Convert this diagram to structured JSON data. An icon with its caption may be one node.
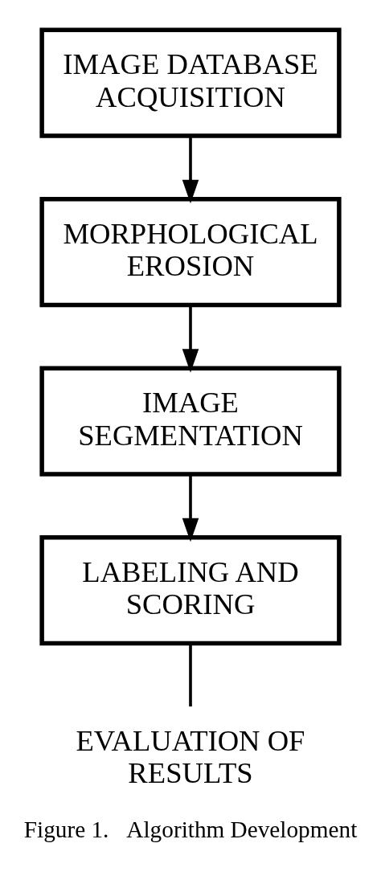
{
  "diagram": {
    "caption": "Figure 1.   Algorithm Development",
    "nodes": [
      {
        "text": [
          "IMAGE DATABASE ACQUISITION"
        ]
      },
      {
        "text": [
          "MORPHOLOGICAL EROSION"
        ]
      },
      {
        "text": [
          "IMAGE SEGMENTATION"
        ]
      },
      {
        "text": [
          "LABELING AND SCORING"
        ]
      },
      {
        "text": [
          "EVALUATION OF RESULTS"
        ]
      }
    ],
    "edges": [
      {
        "from": 0,
        "to": 1,
        "arrow": "to"
      },
      {
        "from": 1,
        "to": 2,
        "arrow": "to"
      },
      {
        "from": 2,
        "to": 3,
        "arrow": "to"
      },
      {
        "from": 3,
        "to": 4,
        "arrow": "none"
      }
    ]
  }
}
